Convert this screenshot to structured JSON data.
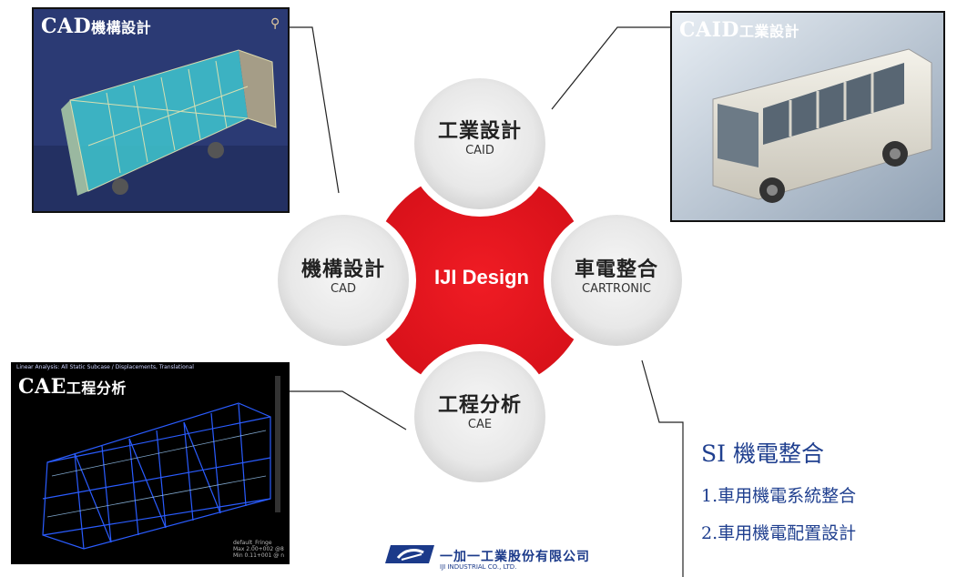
{
  "panels": {
    "cad": {
      "caption_main": "CAD",
      "caption_sub": "機構設計"
    },
    "caid": {
      "caption_main": "CAID",
      "caption_sub": "工業設計"
    },
    "cae": {
      "caption_main": "CAE",
      "caption_sub": "工程分析",
      "header": "Linear Analysis: All Static Subcase / Displacements, Translational",
      "legend": [
        "default_Fringe",
        "Max 2.00+002 @8",
        "Min 0.11+001 @ n"
      ]
    }
  },
  "diagram": {
    "center_label": "IJI Design",
    "nodes": {
      "top": {
        "title": "工業設計",
        "sub": "CAID"
      },
      "left": {
        "title": "機構設計",
        "sub": "CAD"
      },
      "right": {
        "title": "車電整合",
        "sub": "CARTRONIC"
      },
      "bottom": {
        "title": "工程分析",
        "sub": "CAE"
      }
    },
    "colors": {
      "center": "#e0121d",
      "circle_outer": "#dedede",
      "circle_inner": "#ececec"
    }
  },
  "si": {
    "title": "SI 機電整合",
    "items": [
      "1.車用機電系統整合",
      "2.車用機電配置設計"
    ]
  },
  "company": {
    "name": "一加一工業股份有限公司",
    "sub": "IJI INDUSTRIAL CO., LTD."
  }
}
